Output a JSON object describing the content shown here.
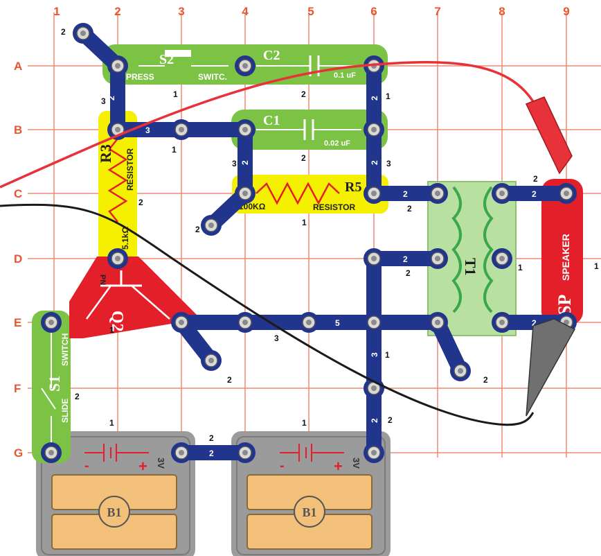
{
  "grid": {
    "columns": [
      "1",
      "2",
      "3",
      "4",
      "5",
      "6",
      "7",
      "8",
      "9"
    ],
    "rows": [
      "A",
      "B",
      "C",
      "D",
      "E",
      "F",
      "G"
    ]
  },
  "colors": {
    "grid": "#f08870",
    "grid_label": "#e8562f",
    "green_part": "#7cc244",
    "green_text": "#ffffff",
    "yellow_part": "#f5f000",
    "blue_wire": "#22358c",
    "red_part": "#e3202a",
    "transformer": "#b8e0a0",
    "battery_case": "#9b9b9b",
    "battery_cell": "#f2c078",
    "red_lead": "#e8323a",
    "black_lead": "#1a1a1a"
  },
  "parts": {
    "s2": {
      "name": "S2",
      "label_left": "PRESS",
      "label_right": "SWITC."
    },
    "c2": {
      "name": "C2",
      "value": "0.1 uF"
    },
    "c1": {
      "name": "C1",
      "value": "0.02 uF"
    },
    "r3": {
      "name": "R3",
      "label": "RESISTOR",
      "value": "5.1kΩ"
    },
    "r5": {
      "name": "R5",
      "label": "RESISTOR",
      "value": "100KΩ"
    },
    "q2": {
      "name": "Q2",
      "label": "PN"
    },
    "t1": {
      "name": "T1"
    },
    "sp": {
      "name": "SP",
      "label": "SPEAKER"
    },
    "s1": {
      "name": "S1",
      "label_left": "SLIDE",
      "label_right": "SWITCH"
    },
    "b1_left": {
      "name": "B1",
      "minus": "-",
      "plus": "+",
      "voltage": "3V"
    },
    "b1_right": {
      "name": "B1",
      "minus": "-",
      "plus": "+",
      "voltage": "3V"
    }
  },
  "wire_numbers": {
    "n2": "2",
    "n3": "3",
    "n1": "1",
    "n5": "5"
  },
  "snap_label": "1"
}
